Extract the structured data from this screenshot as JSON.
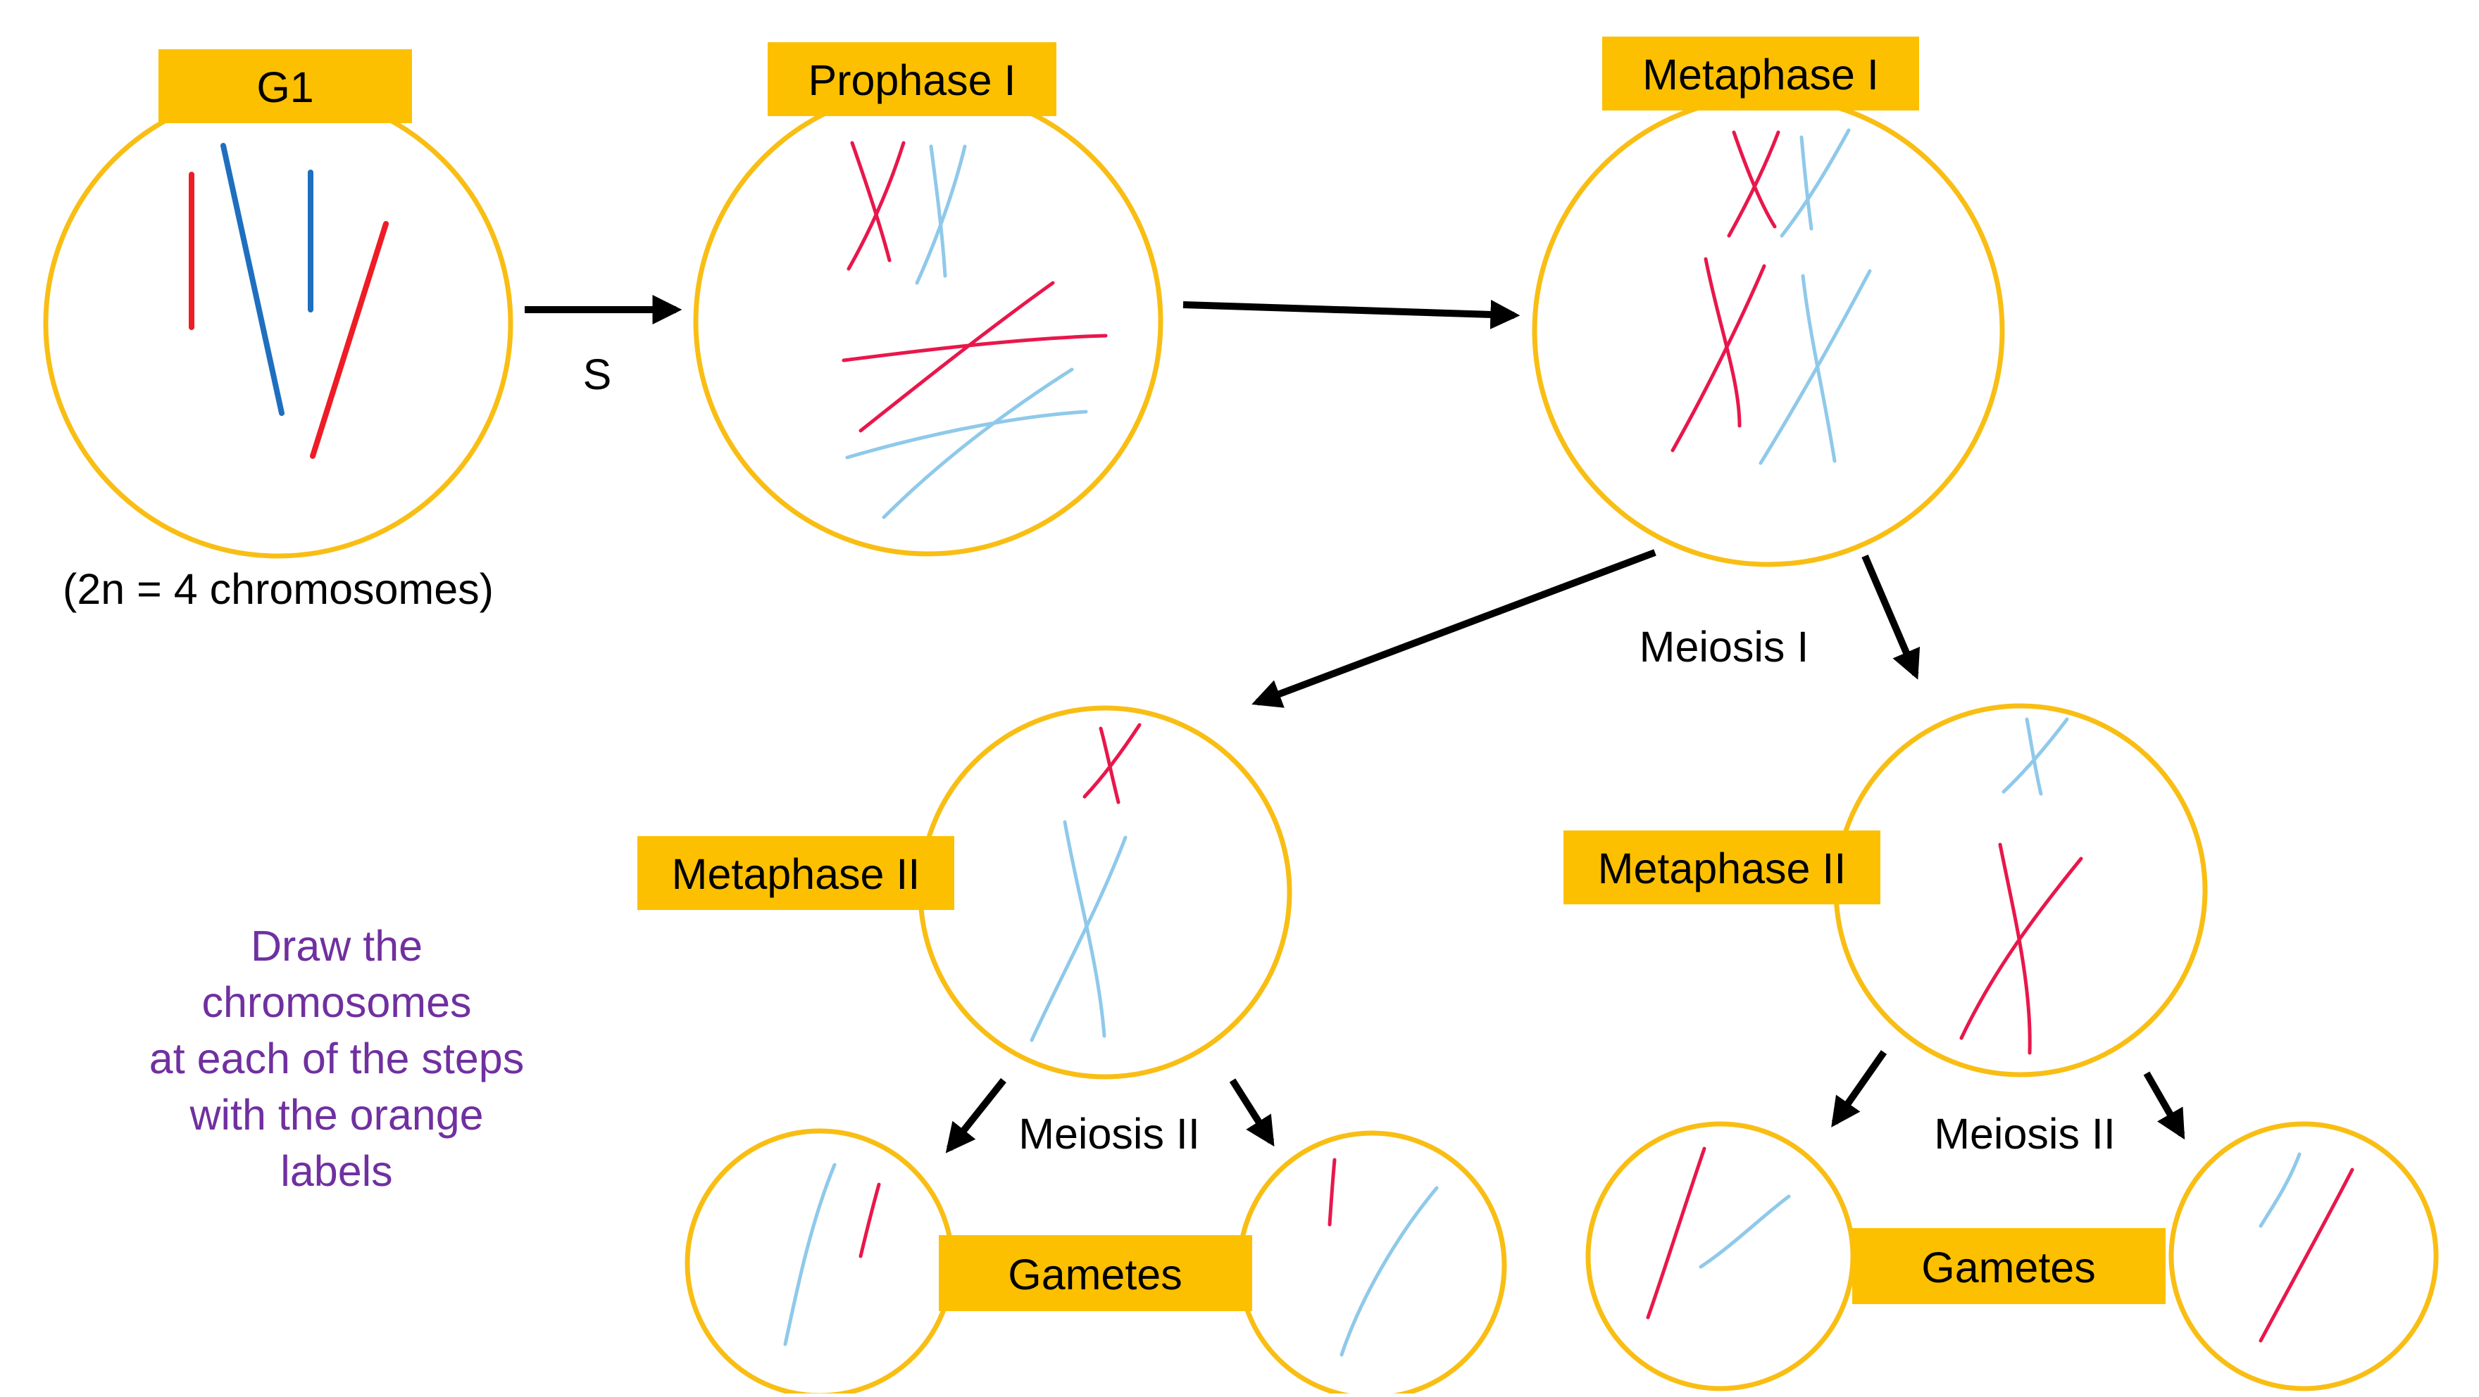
{
  "stages": {
    "g1": "G1",
    "prophase1": "Prophase I",
    "metaphase1": "Metaphase I",
    "metaphase2_left": "Metaphase II",
    "metaphase2_right": "Metaphase II",
    "gametes_left": "Gametes",
    "gametes_right": "Gametes"
  },
  "annotations": {
    "s_phase": "S",
    "ploidy": "(2n = 4 chromosomes)",
    "meiosis1": "Meiosis I",
    "meiosis2_left": "Meiosis II",
    "meiosis2_right": "Meiosis II"
  },
  "instructions": {
    "lines": [
      "Draw the",
      "chromosomes",
      "at each of the steps",
      "with the orange",
      "labels"
    ]
  },
  "colors": {
    "label_fill": "#FCC000",
    "cell_outline": "#F9BE14",
    "chromosome_red": "#E8174B",
    "chromosome_red_g1": "#EE1C25",
    "chromosome_blue_g1": "#1F6FBF",
    "chromosome_light_blue": "#8FC9EA",
    "instruction_text": "#7030A0"
  }
}
